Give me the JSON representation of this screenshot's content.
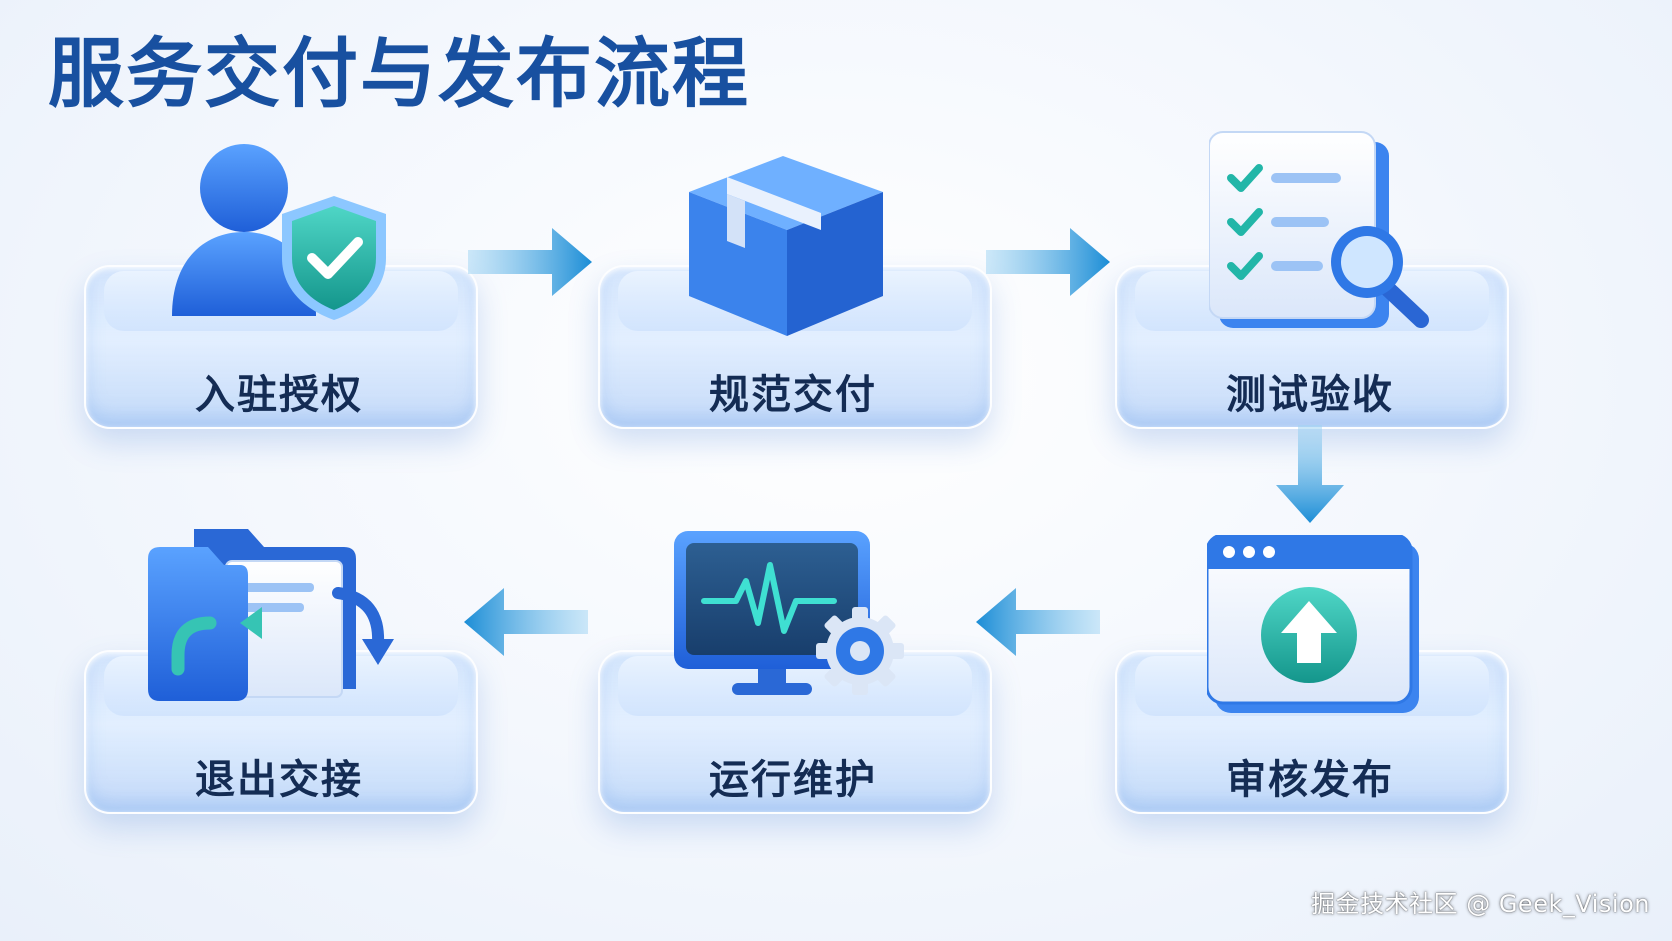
{
  "title": "服务交付与发布流程",
  "steps": [
    {
      "label": "入驻授权",
      "icon": "user-shield-icon"
    },
    {
      "label": "规范交付",
      "icon": "package-box-icon"
    },
    {
      "label": "测试验收",
      "icon": "checklist-magnifier-icon"
    },
    {
      "label": "审核发布",
      "icon": "browser-upload-icon"
    },
    {
      "label": "运行维护",
      "icon": "monitor-heartbeat-gear-icon"
    },
    {
      "label": "退出交接",
      "icon": "folder-return-icon"
    }
  ],
  "watermark": "掘金技术社区 @ Geek_Vision",
  "colors": {
    "title": "#1850a0",
    "accent_blue": "#2f7ee8",
    "accent_teal": "#22b6a8",
    "label_text": "#142c54"
  }
}
